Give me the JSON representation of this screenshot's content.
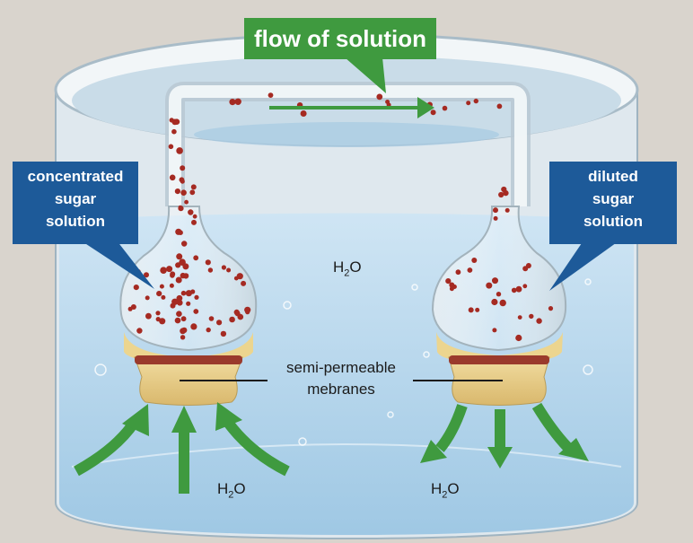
{
  "flow_label": "flow of solution",
  "left_callout": [
    "concentrated",
    "sugar",
    "solution"
  ],
  "right_callout": [
    "diluted",
    "sugar",
    "solution"
  ],
  "membrane_label": [
    "semi-permeable",
    "mebranes"
  ],
  "water": {
    "main": "H",
    "sub": "2",
    "tail": "O"
  },
  "colors": {
    "background": "#d9d4cd",
    "callout": "#1d5a99",
    "arrow_green": "#3f9a3f",
    "water": "#bcd9ee",
    "sugar_dots": "#a52a22",
    "membrane": "#e9d18f"
  }
}
